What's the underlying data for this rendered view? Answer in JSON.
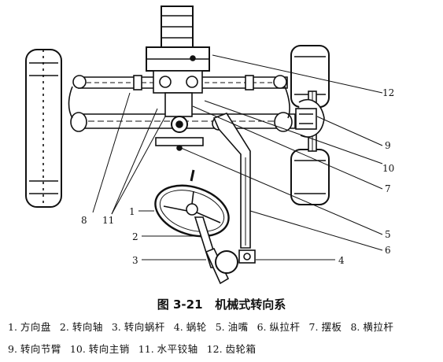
{
  "figure": {
    "caption_number": "图 3-21",
    "caption_title": "机械式转向系"
  },
  "callouts": [
    "1",
    "2",
    "3",
    "4",
    "5",
    "6",
    "7",
    "8",
    "9",
    "10",
    "11",
    "12"
  ],
  "legend": [
    {
      "num": "1.",
      "name": "方向盘"
    },
    {
      "num": "2.",
      "name": "转向轴"
    },
    {
      "num": "3.",
      "name": "转向蜗杆"
    },
    {
      "num": "4.",
      "name": "蜗轮"
    },
    {
      "num": "5.",
      "name": "油嘴"
    },
    {
      "num": "6.",
      "name": "纵拉杆"
    },
    {
      "num": "7.",
      "name": "摆板"
    },
    {
      "num": "8.",
      "name": "横拉杆"
    },
    {
      "num": "9.",
      "name": "转向节臂"
    },
    {
      "num": "10.",
      "name": "转向主销"
    },
    {
      "num": "11.",
      "name": "水平铰轴"
    },
    {
      "num": "12.",
      "name": "齿轮箱"
    }
  ],
  "colors": {
    "ink": "#111111",
    "paper": "#ffffff"
  }
}
